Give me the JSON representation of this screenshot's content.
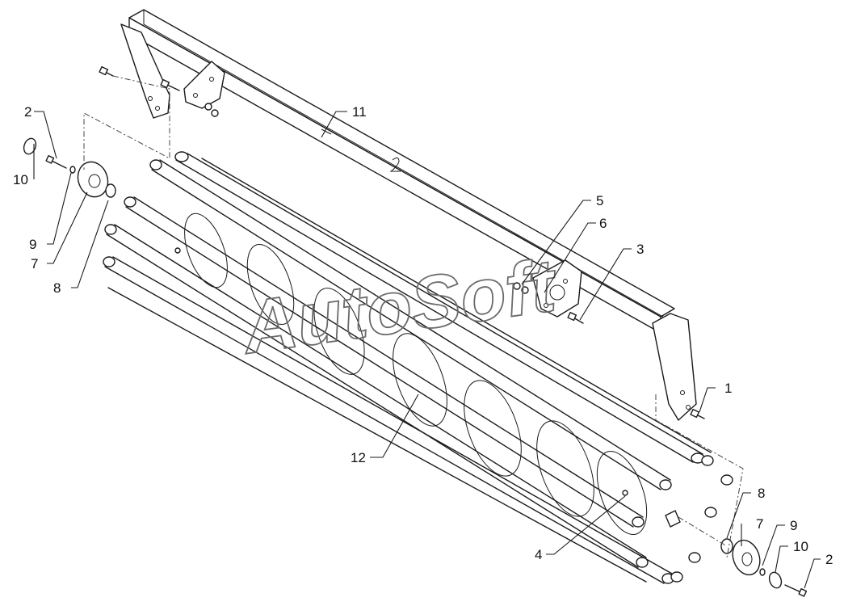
{
  "watermark": "AutoSoft",
  "callouts": {
    "c1": "1",
    "c2_left": "2",
    "c2_right": "2",
    "c3": "3",
    "c4": "4",
    "c5": "5",
    "c6": "6",
    "c7_left": "7",
    "c7_right": "7",
    "c8_left": "8",
    "c8_right": "8",
    "c9_left": "9",
    "c9_right": "9",
    "c10_left": "10",
    "c10_right": "10",
    "c11": "11",
    "c12": "12"
  },
  "colors": {
    "line": "#1a1a1a",
    "watermark": "#6b6b6b",
    "background": "#ffffff"
  }
}
